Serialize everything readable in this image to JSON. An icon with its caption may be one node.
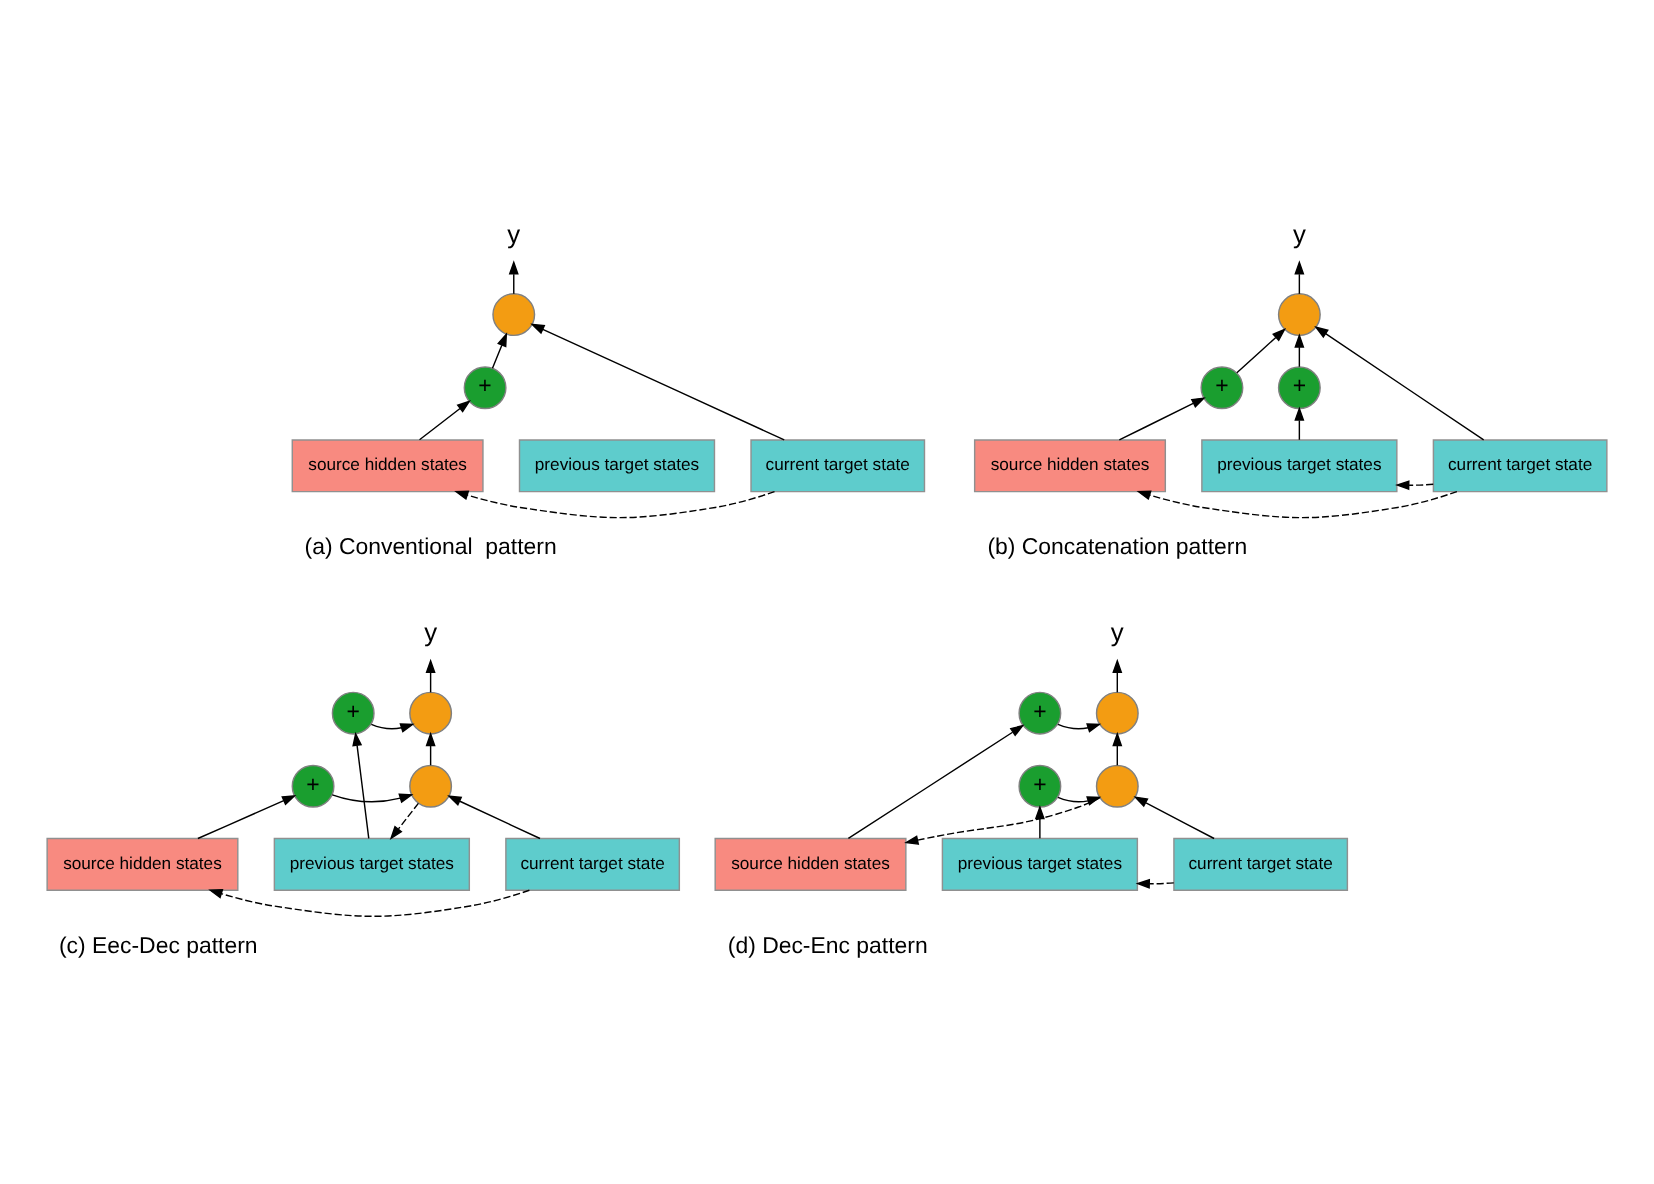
{
  "diagram": {
    "nodes": [
      {
        "text": [
          "y"
        ]
      },
      {
        "text": [],
        "shape": "circle"
      },
      {
        "text": [
          "+"
        ]
      },
      {
        "text": [
          "source hidden states"
        ]
      },
      {
        "text": [
          "previous target states"
        ]
      },
      {
        "text": [
          "current target state"
        ]
      },
      {
        "text": [
          "y"
        ]
      },
      {
        "text": [],
        "shape": "circle"
      },
      {
        "text": [
          "+"
        ]
      },
      {
        "text": [
          "+"
        ]
      },
      {
        "text": [
          "source hidden states"
        ]
      },
      {
        "text": [
          "previous target states"
        ]
      },
      {
        "text": [
          "current target state"
        ]
      },
      {
        "text": [
          "y"
        ]
      },
      {
        "text": [
          "+"
        ]
      },
      {
        "text": [],
        "shape": "circle"
      },
      {
        "text": [
          "+"
        ]
      },
      {
        "text": [],
        "shape": "circle"
      },
      {
        "text": [
          "source hidden states"
        ]
      },
      {
        "text": [
          "previous target states"
        ]
      },
      {
        "text": [
          "current target state"
        ]
      },
      {
        "text": [
          "y"
        ]
      },
      {
        "text": [
          "+"
        ]
      },
      {
        "text": [],
        "shape": "circle"
      },
      {
        "text": [
          "+"
        ]
      },
      {
        "text": [],
        "shape": "circle"
      },
      {
        "text": [
          "source hidden states"
        ]
      },
      {
        "text": [
          "previous target states"
        ]
      },
      {
        "text": [
          "current target state"
        ]
      }
    ],
    "edges": [
      {
        "from": 1,
        "to": 0,
        "arrow": "to"
      },
      {
        "from": 2,
        "to": 1,
        "arrow": "to"
      },
      {
        "from": 3,
        "to": 2,
        "arrow": "to"
      },
      {
        "from": 5,
        "to": 1,
        "arrow": "to"
      },
      {
        "from": 5,
        "to": 3,
        "arrow": "to",
        "style": "dashed"
      },
      {
        "from": 7,
        "to": 6,
        "arrow": "to"
      },
      {
        "from": 8,
        "to": 7,
        "arrow": "to"
      },
      {
        "from": 9,
        "to": 7,
        "arrow": "to"
      },
      {
        "from": 10,
        "to": 8,
        "arrow": "to"
      },
      {
        "from": 11,
        "to": 9,
        "arrow": "to"
      },
      {
        "from": 12,
        "to": 7,
        "arrow": "to"
      },
      {
        "from": 12,
        "to": 10,
        "arrow": "to",
        "style": "dashed"
      },
      {
        "from": 12,
        "to": 11,
        "arrow": "to",
        "style": "dashed"
      },
      {
        "from": 15,
        "to": 13,
        "arrow": "to"
      },
      {
        "from": 14,
        "to": 15,
        "arrow": "to"
      },
      {
        "from": 17,
        "to": 15,
        "arrow": "to"
      },
      {
        "from": 18,
        "to": 16,
        "arrow": "to"
      },
      {
        "from": 16,
        "to": 17,
        "arrow": "to"
      },
      {
        "from": 19,
        "to": 14,
        "arrow": "to"
      },
      {
        "from": 20,
        "to": 17,
        "arrow": "to"
      },
      {
        "from": 17,
        "to": 19,
        "arrow": "to",
        "style": "dashed"
      },
      {
        "from": 20,
        "to": 18,
        "arrow": "to",
        "style": "dashed"
      },
      {
        "from": 23,
        "to": 21,
        "arrow": "to"
      },
      {
        "from": 22,
        "to": 23,
        "arrow": "to"
      },
      {
        "from": 25,
        "to": 23,
        "arrow": "to"
      },
      {
        "from": 26,
        "to": 22,
        "arrow": "to"
      },
      {
        "from": 27,
        "to": 24,
        "arrow": "to"
      },
      {
        "from": 24,
        "to": 25,
        "arrow": "to"
      },
      {
        "from": 28,
        "to": 25,
        "arrow": "to"
      },
      {
        "from": 25,
        "to": 26,
        "arrow": "to",
        "style": "dashed"
      },
      {
        "from": 28,
        "to": 27,
        "arrow": "to",
        "style": "dashed"
      }
    ],
    "labels": [
      "(a) Conventional  pattern",
      "(b) Concatenation pattern",
      "(c) Eec-Dec pattern",
      "(d) Dec-Enc pattern"
    ]
  }
}
